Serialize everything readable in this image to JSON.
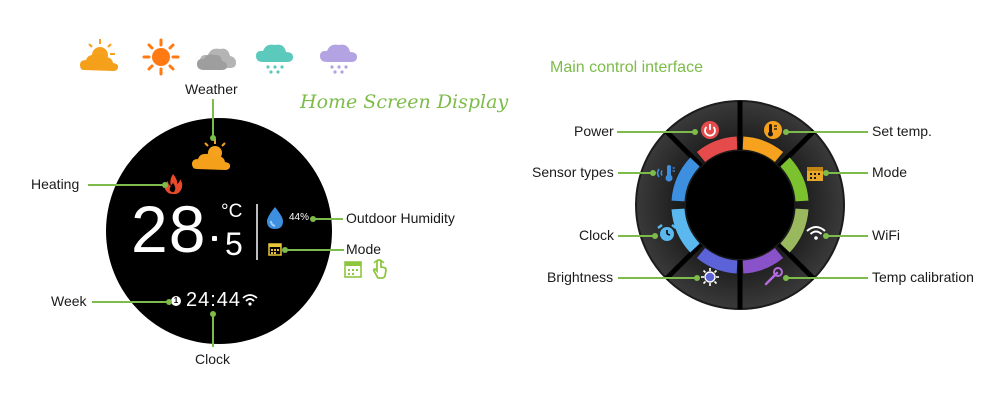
{
  "weather_icons": [
    "sun-cloud-icon",
    "sun-icon",
    "cloudy-icon",
    "rain-icon",
    "snow-icon"
  ],
  "home_screen": {
    "title": "Home Screen Display",
    "temperature_integer": "28",
    "temperature_decimal": "5",
    "temperature_unit": "°C",
    "humidity": "44%",
    "clock": "24:44",
    "week_day": "1"
  },
  "callouts": {
    "weather": "Weather",
    "heating": "Heating",
    "outdoor_humidity": "Outdoor Humidity",
    "mode": "Mode",
    "week": "Week",
    "clock": "Clock"
  },
  "main_control": {
    "title": "Main control interface",
    "left": [
      "Power",
      "Sensor types",
      "Clock",
      "Brightness"
    ],
    "right": [
      "Set temp.",
      "Mode",
      "WiFi",
      "Temp calibration"
    ]
  },
  "colors": {
    "accent_green": "#7dbb4a",
    "sun_orange": "#f6a21e",
    "power_red": "#e64b4b",
    "blue": "#3d8fe0",
    "sky_blue": "#5ab8ee",
    "violet_blue": "#5c63d8",
    "purple": "#8a52c8",
    "olive_green": "#9ab85e",
    "lime_green": "#7cc12e",
    "heating_red": "#e84a2b"
  }
}
